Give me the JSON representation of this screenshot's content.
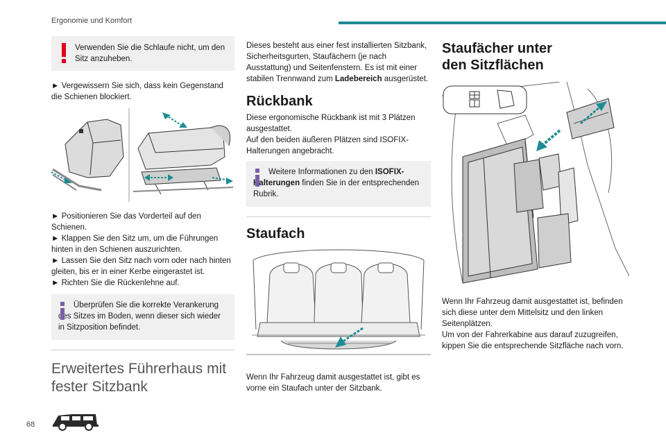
{
  "header": {
    "section": "Ergonomie und Komfort"
  },
  "page_number": "68",
  "col1": {
    "warning": "Verwenden Sie die Schlaufe nicht, um den Sitz anzuheben.",
    "step1": "► Vergewissern Sie sich, dass kein Gegenstand die Schienen blockiert.",
    "steps": [
      "► Positionieren Sie das Vorderteil auf den Schienen.",
      "► Klappen Sie den Sitz um, um die Führungen hinten in den Schienen auszurichten.",
      "► Lassen Sie den Sitz nach vorn oder nach hinten gleiten, bis er in einer Kerbe eingerastet ist.",
      "► Richten Sie die Rückenlehne auf."
    ],
    "info": "Überprüfen Sie die korrekte Verankerung des Sitzes im Boden, wenn dieser sich wieder in Sitzposition befindet.",
    "heading": "Erweitertes Führerhaus mit fester Sitzbank"
  },
  "col2": {
    "intro_a": "Dieses besteht aus einer fest installierten Sitzbank, Sicherheitsgurten, Staufächern (je nach Ausstattung) und Seitenfenstern. Es ist mit einer stabilen Trennwand zum ",
    "intro_bold": "Ladebereich",
    "intro_b": " ausgerüstet.",
    "rueckbank_title": "Rückbank",
    "rueckbank_text1": "Diese ergonomische Rückbank ist mit 3 Plätzen ausgestattet.",
    "rueckbank_text2": "Auf den beiden äußeren Plätzen sind ISOFIX-Halterungen angebracht.",
    "info_a": "Weitere Informationen zu den ",
    "info_bold": "ISOFIX-Halterungen",
    "info_b": " finden Sie in der entsprechenden Rubrik.",
    "staufach_title": "Staufach",
    "staufach_text": "Wenn Ihr Fahrzeug damit ausgestattet ist, gibt es vorne ein Staufach unter der Sitzbank."
  },
  "col3": {
    "title": "Staufächer unter den Sitzflächen",
    "text1": "Wenn Ihr Fahrzeug damit ausgestattet ist, befinden sich diese unter dem Mittelsitz und den linken Seitenplätzen.",
    "text2": "Um von der Fahrerkabine aus darauf zuzugreifen, kippen Sie die entsprechende Sitzfläche nach vorn."
  },
  "colors": {
    "accent": "#1e8c93",
    "warning": "#e2001a",
    "info": "#7b5ea7"
  }
}
